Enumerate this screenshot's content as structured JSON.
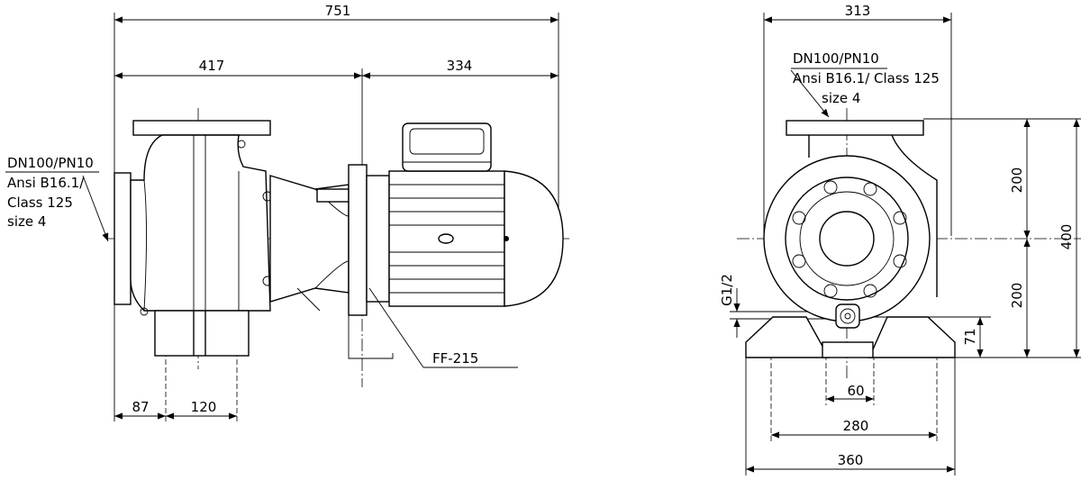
{
  "side_view": {
    "overall_length": "751",
    "pump_length": "417",
    "motor_length": "334",
    "flange_label": {
      "line1": "DN100/PN10",
      "line2": "Ansi B16.1/",
      "line3": "Class 125",
      "line4": "size 4"
    },
    "foot_offset": "87",
    "foot_spacing": "120",
    "motor_flange": "FF-215"
  },
  "front_view": {
    "overall_width": "313",
    "flange_label": {
      "line1": "DN100/PN10",
      "line2": "Ansi B16.1/ Class 125",
      "line3": "size 4"
    },
    "upper_height": "200",
    "lower_height": "200",
    "total_height": "400",
    "drain_port": "G1/2",
    "drain_height": "71",
    "bolt_spacing_small": "60",
    "bolt_spacing": "280",
    "base_width": "360"
  }
}
